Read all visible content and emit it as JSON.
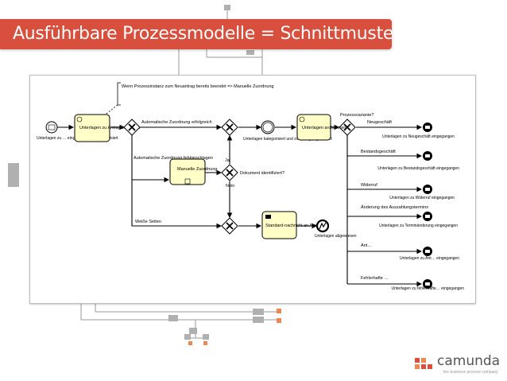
{
  "slide": {
    "title": "Ausführbare Prozessmodelle = Schnittmuster?"
  },
  "diagram": {
    "start_event": "Unterlagen zu … eingegangen und digitalisiert",
    "annotation": "Wenn Prozessinstanz zum Neuantrag bereits beendet => Manuelle Zuordnung",
    "task_assign": "Unterlagen zu Antrag zuordnen",
    "flow_auto": "Automatische Zuordnung erfolgreich",
    "flow_auto_failed": "Automatische Zuordnung fehlgeschlagen",
    "task_manual": "Manuelle Zuordnung",
    "gateway_question": "Dokument identifiziert?",
    "label_ja": "Ja",
    "label_nein": "Nein",
    "flow_white": "Weiße Seiten",
    "intermediate_event": "Unterlagen kategorisiert und zu Antrag zugeordnet",
    "task_archive": "Unterlagen archivieren",
    "question_variant": "Prozessvariante?",
    "task_message": "Standard-nachricht an Absender",
    "error_event": "Unterlagen abgewiesen",
    "branches": [
      {
        "label": "Neugeschäft",
        "end": "Unterlagen zu Neugeschäft eingegangen"
      },
      {
        "label": "Bestandsgeschäft",
        "end": "Unterlagen zu Bestandsgeschäft eingegangen"
      },
      {
        "label": "Widerruf",
        "end": "Unterlagen zu Widerruf eingegangen"
      },
      {
        "label": "Änderung des Auszahlungstermins",
        "end": "Unterlagen zu Terminänderung eingegangen"
      },
      {
        "label": "Ant…",
        "end": "Unterlagen zu Ant… eingegangen"
      },
      {
        "label": "Fehlerhafte …",
        "end": "Unterlagen zu fehlerhafte… eingegangen"
      }
    ]
  },
  "logo": {
    "word": "camunda",
    "tagline": "the business process company"
  },
  "colors": {
    "banner": "#d94f3d",
    "task_fill": "#ffffc8",
    "logo_mark": "#d94f3d"
  }
}
